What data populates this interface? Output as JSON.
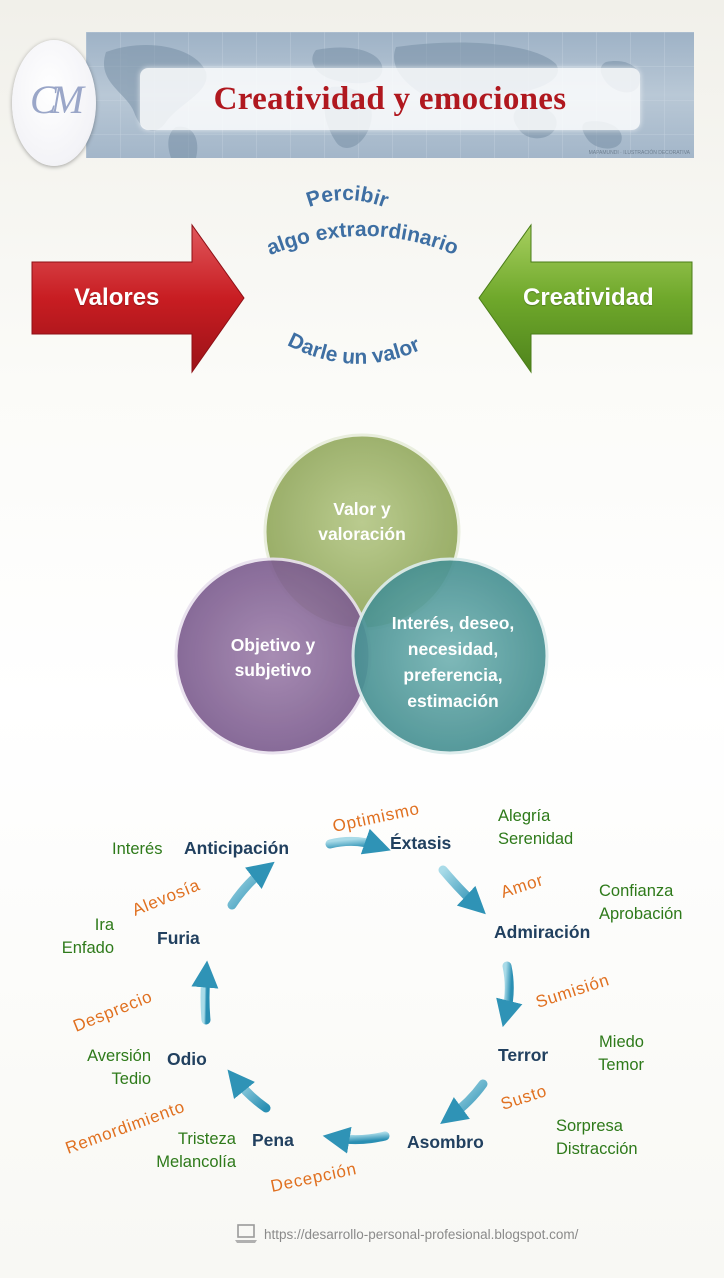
{
  "header": {
    "title": "Creatividad y emociones",
    "logo_letters": "CM",
    "banner_caption": "MAPAMUNDI · ILUSTRACIÓN DECORATIVA"
  },
  "process": {
    "left_arrow_label": "Valores",
    "right_arrow_label": "Creatividad",
    "top_arc_line1": "Percibir",
    "top_arc_line2": "algo extraordinario",
    "bottom_arc": "Darle un valor"
  },
  "venn": {
    "top": [
      "Valor y",
      "valoración"
    ],
    "left": [
      "Objetivo y",
      "subjetivo"
    ],
    "right": [
      "Interés, deseo,",
      "necesidad,",
      "preferencia,",
      "estimación"
    ]
  },
  "wheel": {
    "nodes": {
      "extasis": "Éxtasis",
      "admiracion": "Admiración",
      "terror": "Terror",
      "asombro": "Asombro",
      "pena": "Pena",
      "odio": "Odio",
      "furia": "Furia",
      "anticipacion": "Anticipación"
    },
    "emotions": {
      "extasis": [
        "Alegría",
        "Serenidad"
      ],
      "admiracion": [
        "Confianza",
        "Aprobación"
      ],
      "terror": [
        "Miedo",
        "Temor"
      ],
      "asombro": [
        "Sorpresa",
        "Distracción"
      ],
      "pena": [
        "Tristeza",
        "Melancolía"
      ],
      "odio": [
        "Aversión",
        "Tedio"
      ],
      "furia": [
        "Ira",
        "Enfado"
      ],
      "anticipacion": [
        "Interés"
      ]
    },
    "links": {
      "optimismo": "Optimismo",
      "amor": "Amor",
      "sumision": "Sumisión",
      "susto": "Susto",
      "decepcion": "Decepción",
      "remordimiento": "Remordimiento",
      "desprecio": "Desprecio",
      "alevosia": "Alevosía"
    }
  },
  "footer": {
    "url": "https://desarrollo-personal-profesional.blogspot.com/"
  },
  "colors": {
    "title_red": "#b0181f",
    "arc_blue": "#3e6fa3",
    "node_navy": "#21405f",
    "emotion_green": "#2e7a1a",
    "link_orange": "#e07020",
    "arrow_cyan": "#3fa7c4",
    "valores_red": "#c81d22",
    "creatividad_green": "#6fa82b",
    "venn_green": "#9db26a",
    "venn_purple": "#8a6a98",
    "venn_teal": "#4e9c9c"
  }
}
